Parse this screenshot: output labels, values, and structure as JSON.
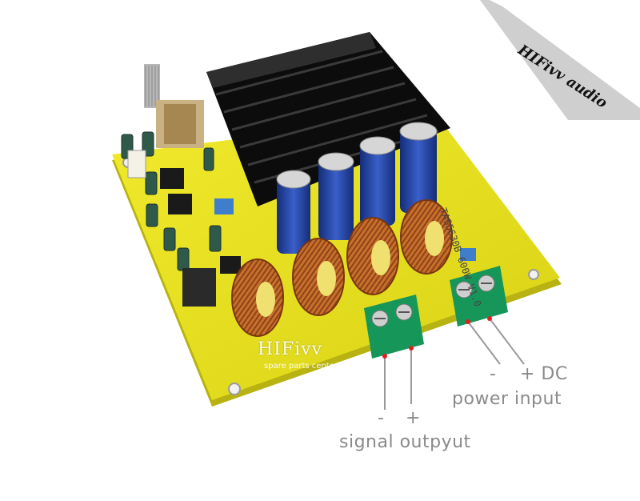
{
  "banner": {
    "text": "HIFivv audio"
  },
  "watermark": {
    "brand": "HIFivv",
    "sub": "spare parts center"
  },
  "board_silkscreen": "TAS5630B 600W  V1.0",
  "labels": {
    "signal_minus": "-",
    "signal_plus": "+",
    "signal_caption": "signal outpyut",
    "power_minus": "-",
    "power_plus_dc": "+ DC",
    "power_caption": "power input"
  },
  "colors": {
    "pcb": "#e8e21a",
    "heatsink": "#1a1a1a",
    "capacitor": "#1f3f9a",
    "coil": "#c2682a",
    "terminal": "#1aa05c",
    "label": "#8a8a8a",
    "marker": "#e02020"
  }
}
